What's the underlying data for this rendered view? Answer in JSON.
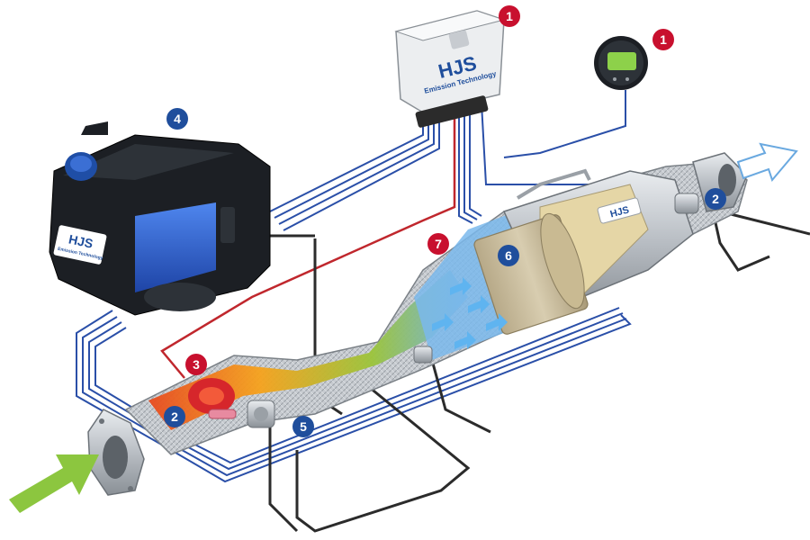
{
  "ecu": {
    "brand": "HJS",
    "subtitle": "Emission Technology"
  },
  "tank": {
    "brand": "HJS",
    "subtitle": "Emission Technology"
  },
  "dpf": {
    "brand": "HJS"
  },
  "callouts": {
    "ecu": "1",
    "display": "1",
    "sensor_outlet": "2",
    "sensor_inlet": "2",
    "dosing_unit": "3",
    "tank": "4",
    "sensor_mid": "5",
    "filter": "6",
    "housing": "7"
  },
  "colors": {
    "callout_red": "#c8102e",
    "callout_blue": "#1f4e9c",
    "wire_blue": "#2a4fa8",
    "wire_red": "#c0272d",
    "inlet_arrow": "#8cc63f",
    "outlet_arrow": "#6aa9e0",
    "tank_body": "#1c1f24",
    "tank_window": "#3a6fd8"
  },
  "icons": {
    "inlet": "inlet-flow-arrow-icon",
    "outlet": "outlet-flow-arrow-icon"
  }
}
